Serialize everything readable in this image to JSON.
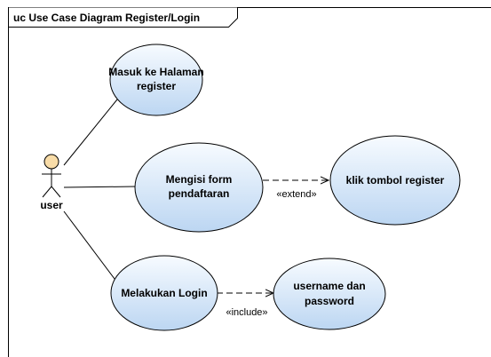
{
  "frame": {
    "title": "uc Use Case Diagram Register/Login"
  },
  "actor": {
    "name": "user"
  },
  "use_cases": {
    "masuk": {
      "line1": "Masuk ke Halaman",
      "line2": "register"
    },
    "mengisi": {
      "line1": "Mengisi form",
      "line2": "pendaftaran"
    },
    "klik": {
      "line1": "klik tombol register"
    },
    "login": {
      "line1": "Melakukan Login"
    },
    "username": {
      "line1": "username dan",
      "line2": "password"
    }
  },
  "relations": {
    "extend": "«extend»",
    "include": "«include»"
  },
  "colors": {
    "usecase_fill_top": "#ffffff",
    "usecase_fill_bottom": "#c9dff5",
    "usecase_stroke": "#000000",
    "actor_head_fill": "#f8dca8"
  }
}
